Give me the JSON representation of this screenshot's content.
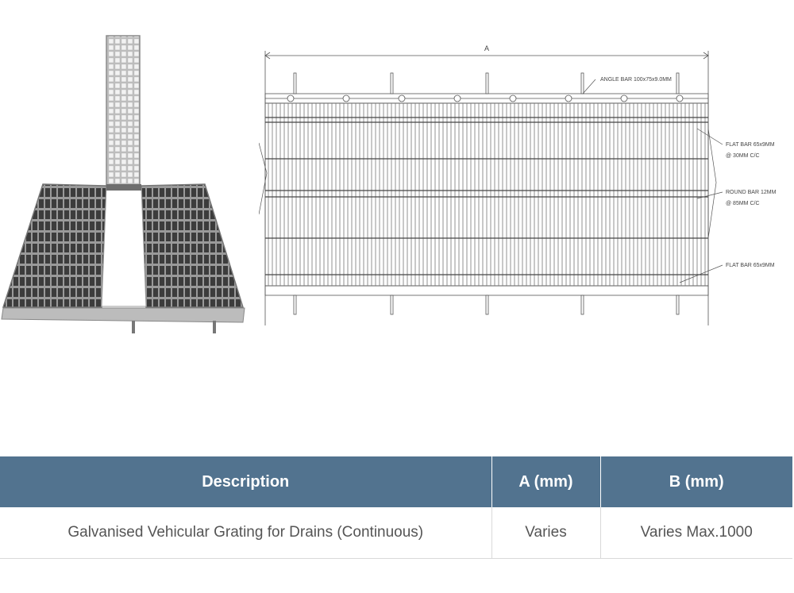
{
  "drawing": {
    "dimension_label": "A",
    "callouts": {
      "angle_bar": "ANGLE BAR 100x75x9.0MM",
      "flat_bar_top_line1": "FLAT BAR 65x9MM",
      "flat_bar_top_line2": "@ 30MM C/C",
      "round_bar_line1": "ROUND BAR 12MM",
      "round_bar_line2": "@ 85MM C/C",
      "flat_bar_bottom": "FLAT BAR 65x9MM"
    }
  },
  "table": {
    "headers": [
      "Description",
      "A (mm)",
      "B (mm)"
    ],
    "rows": [
      [
        "Galvanised Vehicular Grating for Drains (Continuous)",
        "Varies",
        "Varies Max.1000"
      ]
    ]
  },
  "colors": {
    "header_bg": "#52738f",
    "header_text": "#ffffff",
    "body_text": "#555555"
  }
}
